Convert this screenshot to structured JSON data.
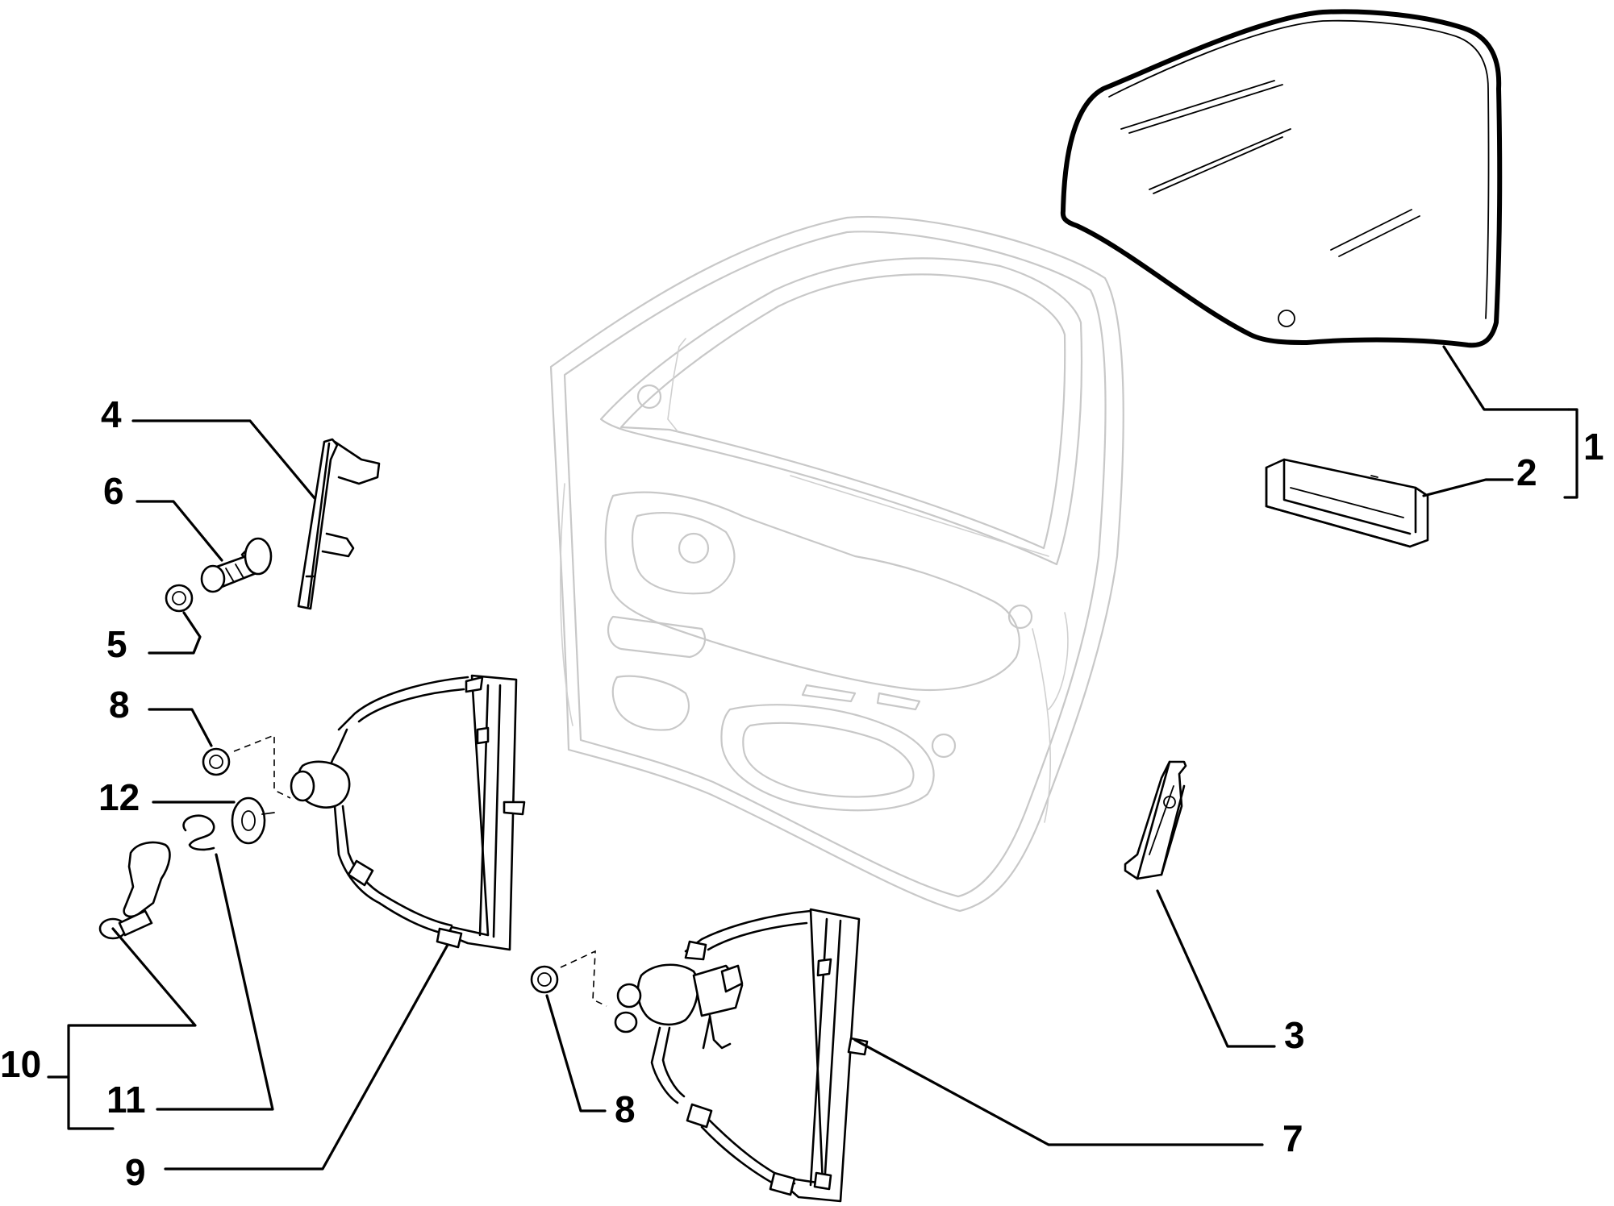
{
  "diagram": {
    "callouts": {
      "c1": "1",
      "c2": "2",
      "c3": "3",
      "c4": "4",
      "c5": "5",
      "c6": "6",
      "c7": "7",
      "c8a": "8",
      "c8b": "8",
      "c9": "9",
      "c10": "10",
      "c11": "11",
      "c12": "12"
    }
  }
}
